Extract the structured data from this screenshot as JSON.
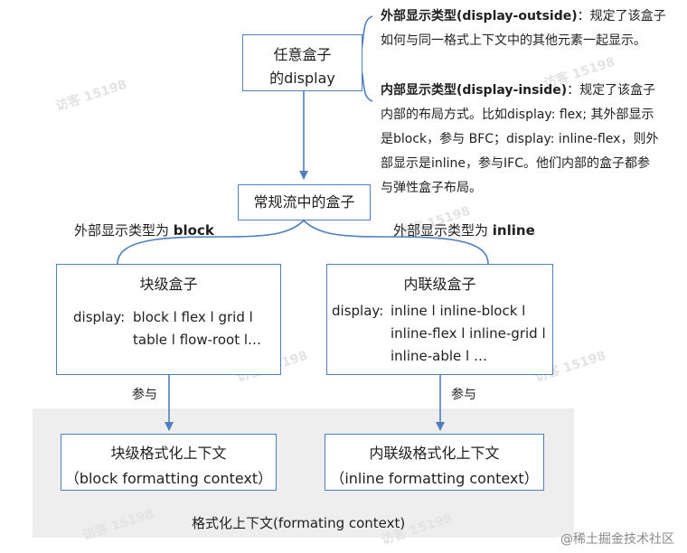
{
  "top_box": {
    "line1": "任意盒子",
    "line2": "的display"
  },
  "note_outside": {
    "bold": "外部显示类型(display-outside)",
    "rest": "：规定了该盒子",
    "line2": "如何与同一格式上下文中的其他元素一起显示。"
  },
  "note_inside": {
    "bold": "内部显示类型(display-inside)",
    "rest": "：规定了该盒子",
    "line2": "内部的布局方式。比如display: flex; 其外部显示",
    "line3": "是block，参与 BFC；display: inline-flex，则外",
    "line4": "部显示是inline，参与IFC。他们内部的盒子都参",
    "line5": "与弹性盒子布局。"
  },
  "flow_box": {
    "label": "常规流中的盒子"
  },
  "branch_left": {
    "prefix": "外部显示类型为 ",
    "bold": "block"
  },
  "branch_right": {
    "prefix": "外部显示类型为 ",
    "bold": "inline"
  },
  "block_box": {
    "title": "块级盒子",
    "key": "display:",
    "line1": "block l flex l grid l",
    "line2": "table l flow-root l…"
  },
  "inline_box": {
    "title": "内联级盒子",
    "key": "display:",
    "line1": "inline l inline-block l",
    "line2": "inline-flex l inline-grid l",
    "line3": "inline-able l …"
  },
  "participate_left": "参与",
  "participate_right": "参与",
  "bfc_box": {
    "line1": "块级格式化上下文",
    "line2": "（block formatting context）"
  },
  "ifc_box": {
    "line1": "内联级格式化上下文",
    "line2": "（inline formatting context）"
  },
  "panel_label": "格式化上下文(formating context)",
  "footer": "@稀土掘金技术社区",
  "colors": {
    "stroke": "#4f7fbf",
    "panel": "#eeeeee"
  }
}
